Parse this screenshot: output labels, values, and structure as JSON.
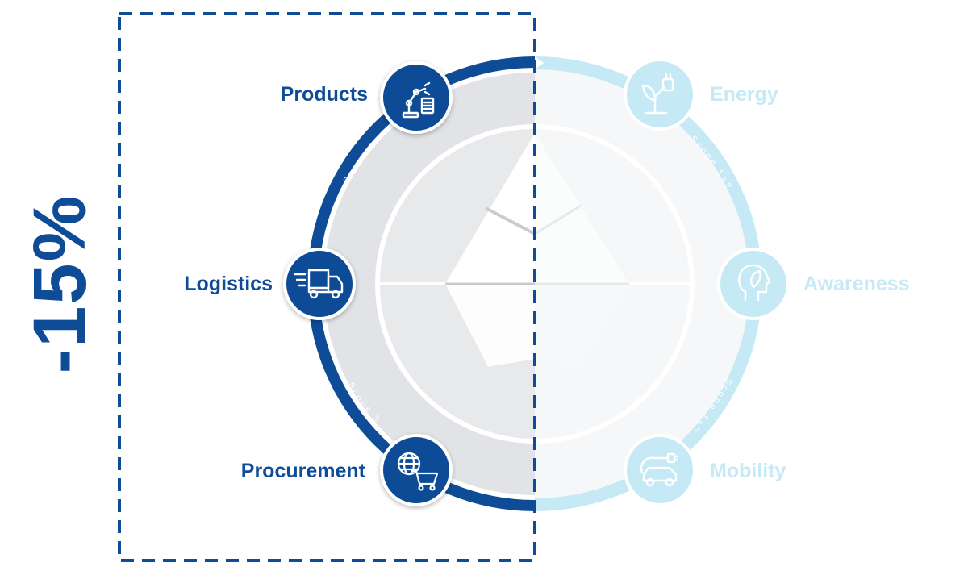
{
  "headline": {
    "reduction": "-15%"
  },
  "scope_labels": {
    "scope3": "Scope 3",
    "scope12": "Scope 1+2"
  },
  "categories": {
    "left": [
      {
        "label": "Products",
        "icon": "robot-arm-icon"
      },
      {
        "label": "Logistics",
        "icon": "delivery-truck-icon"
      },
      {
        "label": "Procurement",
        "icon": "globe-shopping-cart-icon"
      }
    ],
    "right": [
      {
        "label": "Energy",
        "icon": "plant-plug-icon"
      },
      {
        "label": "Awareness",
        "icon": "head-leaf-icon"
      },
      {
        "label": "Mobility",
        "icon": "electric-car-icon"
      }
    ]
  },
  "colors": {
    "dark_blue": "#0f4c97",
    "light_blue": "#c5e9f5",
    "grey_left": "#e1e3e6",
    "grey_right": "#f6f7f8"
  }
}
